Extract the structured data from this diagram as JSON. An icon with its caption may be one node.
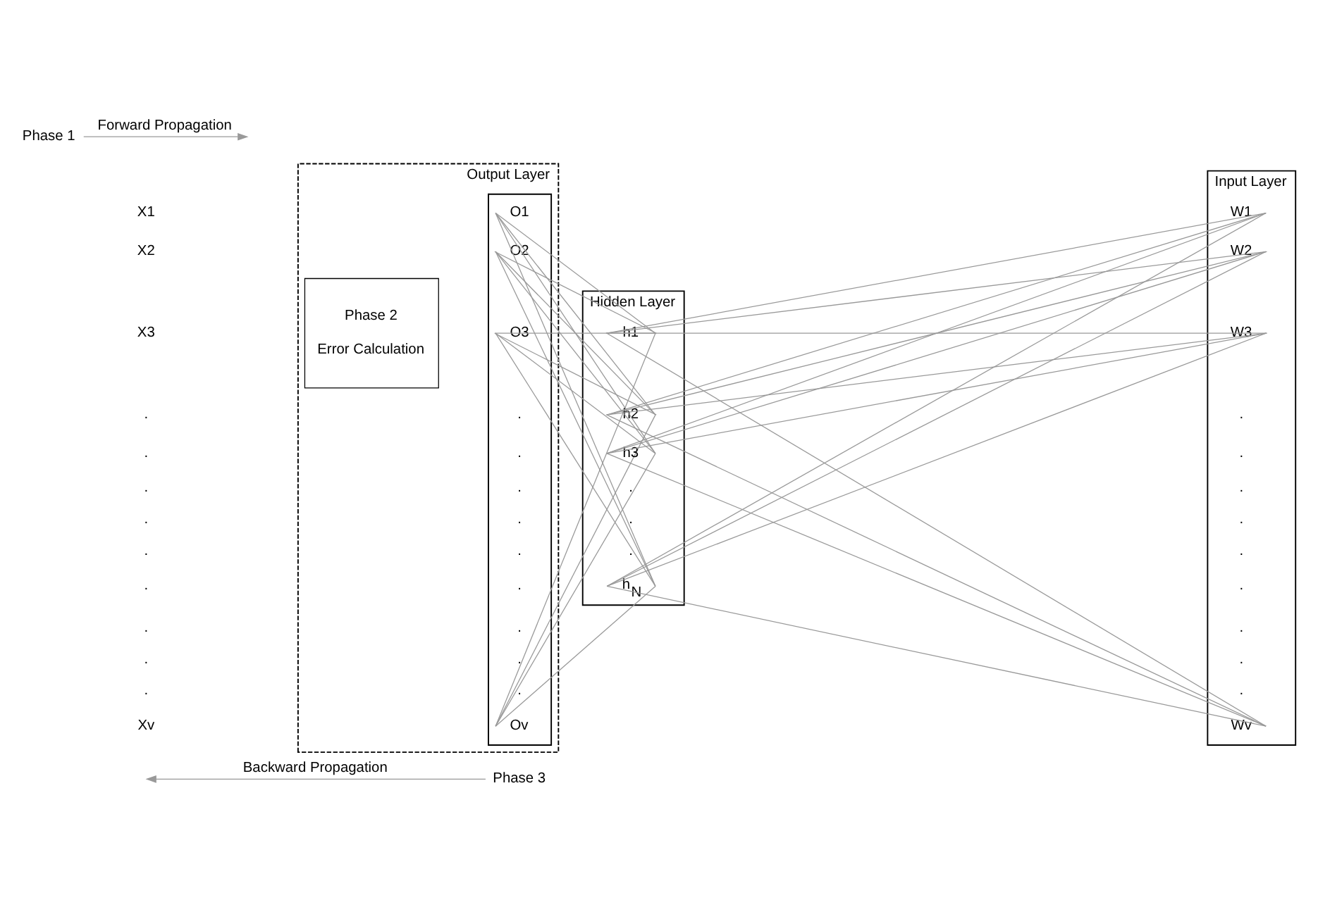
{
  "diagram": {
    "nodes": [
      {
        "text": [
          "Input Layer"
        ]
      },
      {
        "text": [
          "W1"
        ],
        "in": 0
      },
      {
        "text": [
          "W2"
        ],
        "in": 0
      },
      {
        "text": [
          "W3"
        ],
        "in": 0
      },
      {
        "text": [
          "Wv"
        ],
        "in": 0
      },
      {
        "text": [
          "Hidden Layer"
        ]
      },
      {
        "text": [
          "h1"
        ],
        "in": 5
      },
      {
        "text": [
          "h2"
        ],
        "in": 5
      },
      {
        "text": [
          "h3"
        ],
        "in": 5
      },
      {
        "text": [
          "h$_{N}$"
        ],
        "in": 5
      },
      {
        "text": [
          "Output Layer"
        ]
      },
      {
        "text": [],
        "shape": "box",
        "in": 10
      },
      {
        "text": [
          "O1"
        ],
        "in": 11
      },
      {
        "text": [
          "O2"
        ],
        "in": 11
      },
      {
        "text": [
          "O3"
        ],
        "in": 11
      },
      {
        "text": [
          "Ov"
        ],
        "in": 11
      },
      {
        "text": [
          "Phase 2",
          "Error Calculation"
        ],
        "in": 10
      },
      {
        "text": [
          "Phase 1"
        ]
      },
      {
        "text": [
          "Phase 3"
        ]
      }
    ],
    "edges": [
      {
        "from": 17,
        "to": null,
        "arrow": "to",
        "label": "Forward Propagation"
      },
      {
        "from": 1,
        "to": 6,
        "arrow": "none"
      },
      {
        "from": 1,
        "to": 7,
        "arrow": "none"
      },
      {
        "from": 1,
        "to": 8,
        "arrow": "none"
      },
      {
        "from": 1,
        "to": 9,
        "arrow": "none"
      },
      {
        "from": 2,
        "to": 6,
        "arrow": "none"
      },
      {
        "from": 2,
        "to": 7,
        "arrow": "none"
      },
      {
        "from": 2,
        "to": 8,
        "arrow": "none"
      },
      {
        "from": 2,
        "to": 9,
        "arrow": "none"
      },
      {
        "from": 3,
        "to": 6,
        "arrow": "none"
      },
      {
        "from": 3,
        "to": 7,
        "arrow": "none"
      },
      {
        "from": 3,
        "to": 8,
        "arrow": "none"
      },
      {
        "from": 3,
        "to": 9,
        "arrow": "none"
      },
      {
        "from": 4,
        "to": 6,
        "arrow": "none"
      },
      {
        "from": 4,
        "to": 7,
        "arrow": "none"
      },
      {
        "from": 4,
        "to": 8,
        "arrow": "none"
      },
      {
        "from": 4,
        "to": 9,
        "arrow": "none"
      },
      {
        "from": 6,
        "to": 12,
        "arrow": "none"
      },
      {
        "from": 6,
        "to": 13,
        "arrow": "none"
      },
      {
        "from": 6,
        "to": 14,
        "arrow": "none"
      },
      {
        "from": 6,
        "to": 15,
        "arrow": "none"
      },
      {
        "from": 7,
        "to": 12,
        "arrow": "none"
      },
      {
        "from": 7,
        "to": 13,
        "arrow": "none"
      },
      {
        "from": 7,
        "to": 14,
        "arrow": "none"
      },
      {
        "from": 7,
        "to": 15,
        "arrow": "none"
      },
      {
        "from": 8,
        "to": 12,
        "arrow": "none"
      },
      {
        "from": 8,
        "to": 13,
        "arrow": "none"
      },
      {
        "from": 8,
        "to": 14,
        "arrow": "none"
      },
      {
        "from": 8,
        "to": 15,
        "arrow": "none"
      },
      {
        "from": 9,
        "to": 12,
        "arrow": "none"
      },
      {
        "from": 9,
        "to": 13,
        "arrow": "none"
      },
      {
        "from": 9,
        "to": 14,
        "arrow": "none"
      },
      {
        "from": 9,
        "to": 15,
        "arrow": "none"
      },
      {
        "from": 18,
        "to": null,
        "arrow": "to",
        "label": "Backward Propagation"
      }
    ],
    "labels": [
      "X1",
      "X2",
      "X3",
      ".",
      ".",
      ".",
      ".",
      ".",
      ".",
      ".",
      ".",
      ".",
      "Xv",
      ".",
      ".",
      ".",
      ".",
      ".",
      ".",
      ".",
      ".",
      ".",
      ".",
      ".",
      ".",
      ".",
      ".",
      ".",
      ".",
      ".",
      ".",
      ".",
      ".",
      "."
    ]
  }
}
